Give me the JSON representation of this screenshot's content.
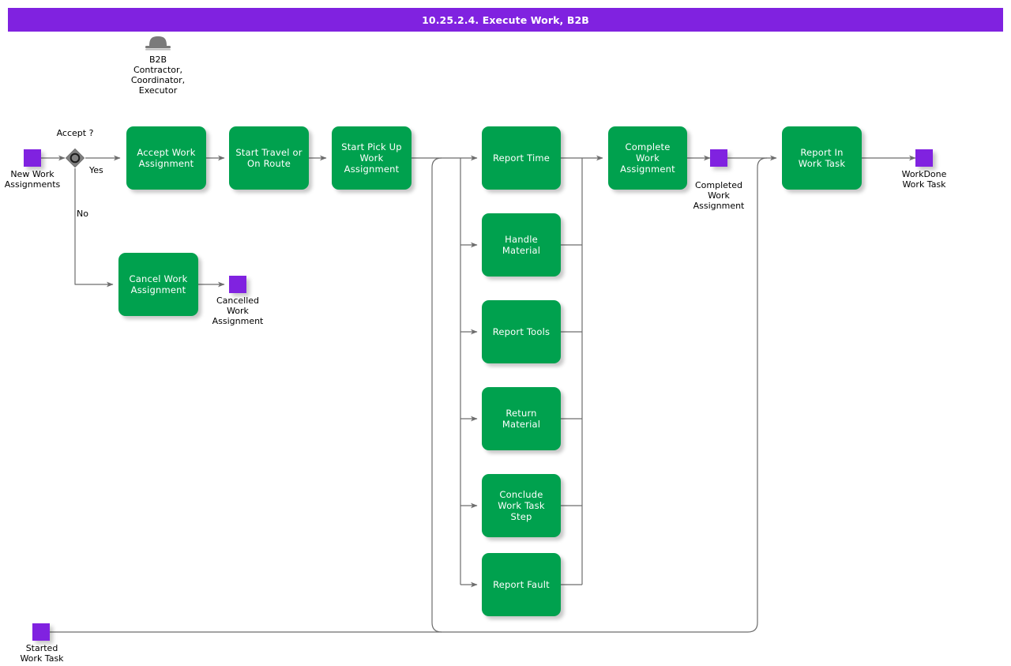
{
  "header": {
    "title": "10.25.2.4. Execute Work, B2B",
    "bar_color": "#8022E0"
  },
  "theme": {
    "task_color": "#00A14E",
    "event_color": "#8022E0",
    "gateway_color": "#808080",
    "connector_color": "#666666",
    "text_color": "#FFFFFF",
    "label_color": "#000000"
  },
  "role": {
    "icon": "bowler-hat-icon",
    "label": "B2B\nContractor,\nCoordinator,\nExecutor"
  },
  "events": [
    {
      "id": "new-work-assignments",
      "label": "New Work\nAssignments"
    },
    {
      "id": "cancelled-work-assignment",
      "label": "Cancelled\nWork\nAssignment"
    },
    {
      "id": "completed-work-assignment",
      "label": "Completed\nWork\nAssignment"
    },
    {
      "id": "workdone-work-task",
      "label": "WorkDone\nWork Task"
    },
    {
      "id": "started-work-task",
      "label": "Started\nWork Task"
    }
  ],
  "gateway": {
    "id": "accept-gateway",
    "question": "Accept ?",
    "branch_yes": "Yes",
    "branch_no": "No"
  },
  "tasks": [
    {
      "id": "accept-work-assignment",
      "label": "Accept Work\nAssignment"
    },
    {
      "id": "start-travel-or-on-route",
      "label": "Start Travel or\nOn Route"
    },
    {
      "id": "start-pick-up-work-assignment",
      "label": "Start Pick Up\nWork\nAssignment"
    },
    {
      "id": "cancel-work-assignment",
      "label": "Cancel Work\nAssignment"
    },
    {
      "id": "report-time",
      "label": "Report Time"
    },
    {
      "id": "handle-material",
      "label": "Handle Material"
    },
    {
      "id": "report-tools",
      "label": "Report Tools"
    },
    {
      "id": "return-material",
      "label": "Return Material"
    },
    {
      "id": "conclude-work-task-step",
      "label": "Conclude Work\nTask Step"
    },
    {
      "id": "report-fault",
      "label": "Report Fault"
    },
    {
      "id": "complete-work-assignment",
      "label": "Complete Work\nAssignment"
    },
    {
      "id": "report-in-work-task",
      "label": "Report In Work\nTask"
    }
  ]
}
